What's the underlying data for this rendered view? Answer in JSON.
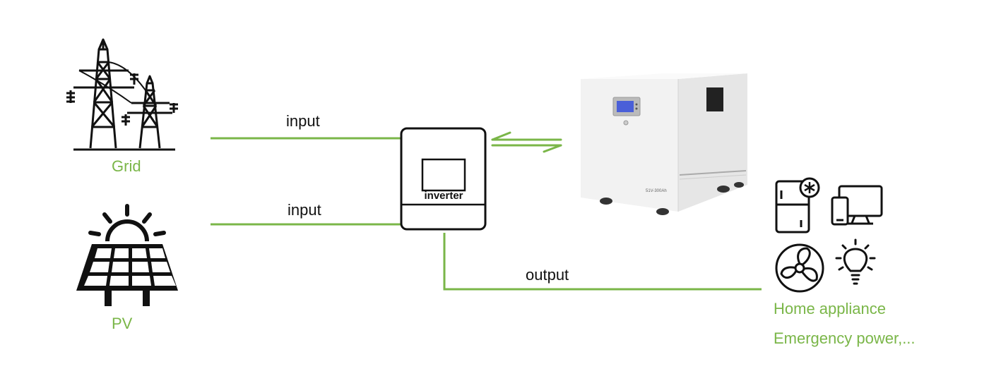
{
  "sources": {
    "grid": {
      "label": "Grid",
      "icon": "power-tower-icon"
    },
    "pv": {
      "label": "PV",
      "icon": "solar-panel-icon"
    }
  },
  "connections": {
    "grid_input": "input",
    "pv_input": "input",
    "output": "output"
  },
  "inverter": {
    "label": "inverter"
  },
  "battery": {
    "model_label": "51V-300Ah",
    "icon": "battery-cabinet-icon"
  },
  "loads": {
    "title": "Home appliance",
    "subtitle": "Emergency power,...",
    "icons": [
      "refrigerator-icon",
      "devices-icon",
      "fan-icon",
      "light-bulb-icon"
    ]
  },
  "colors": {
    "accent": "#7ab648",
    "line": "#7ab648",
    "ink": "#111111"
  }
}
